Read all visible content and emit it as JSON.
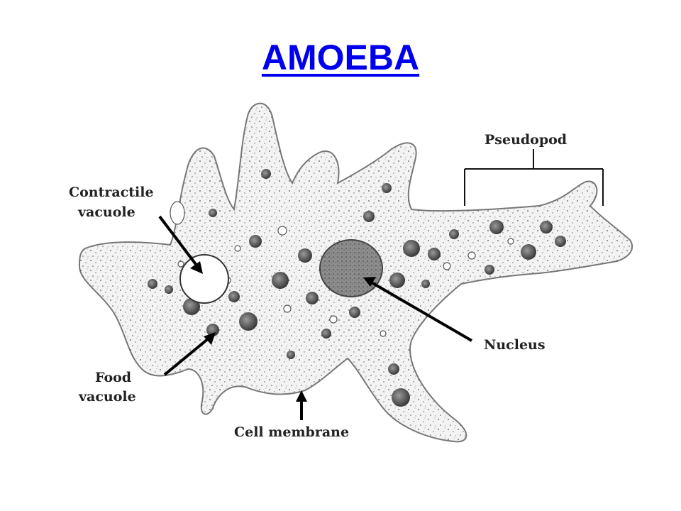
{
  "title": "AMOEBA",
  "colors": {
    "title": "#0000ee",
    "ink": "#222222",
    "cell_fill": "#f3f3f3"
  },
  "labels": {
    "pseudopod": "Pseudopod",
    "contractile_vacuole": [
      "Contractile",
      "vacuole"
    ],
    "nucleus": "Nucleus",
    "food_vacuole": [
      "Food",
      "vacuole"
    ],
    "cell_membrane": "Cell membrane"
  }
}
